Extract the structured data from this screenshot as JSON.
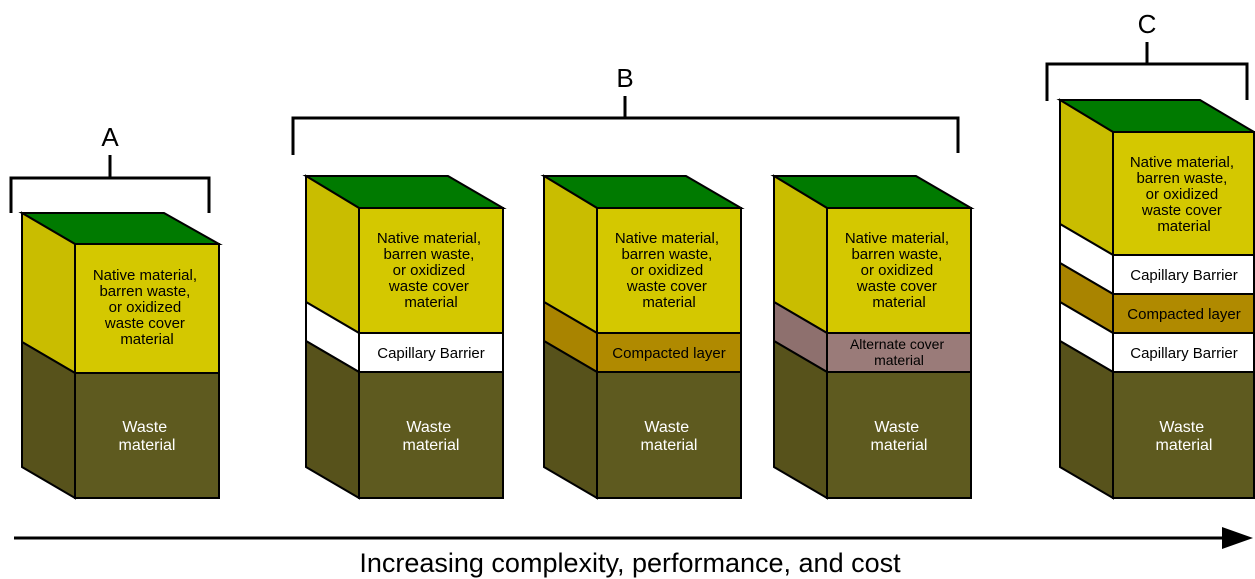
{
  "colors": {
    "top": "#007a00",
    "cover": "#d4c800",
    "cover_side": "#c9bd00",
    "waste": "#5e5a1f",
    "waste_side": "#57521b",
    "capillary": "#ffffff",
    "compacted": "#b08a00",
    "compacted_side": "#a98400",
    "alternate": "#9a7b79",
    "alternate_side": "#8e706e",
    "stroke": "#000000"
  },
  "groups": {
    "a": "A",
    "b": "B",
    "c": "C"
  },
  "labels": {
    "cover": [
      "Native material,",
      "barren waste,",
      "or oxidized",
      "waste cover",
      "material"
    ],
    "waste": [
      "Waste",
      "material"
    ],
    "capillary": "Capillary Barrier",
    "compacted": "Compacted layer",
    "alternate": [
      "Alternate cover",
      "material"
    ]
  },
  "axis": {
    "caption": "Increasing complexity, performance, and cost"
  }
}
